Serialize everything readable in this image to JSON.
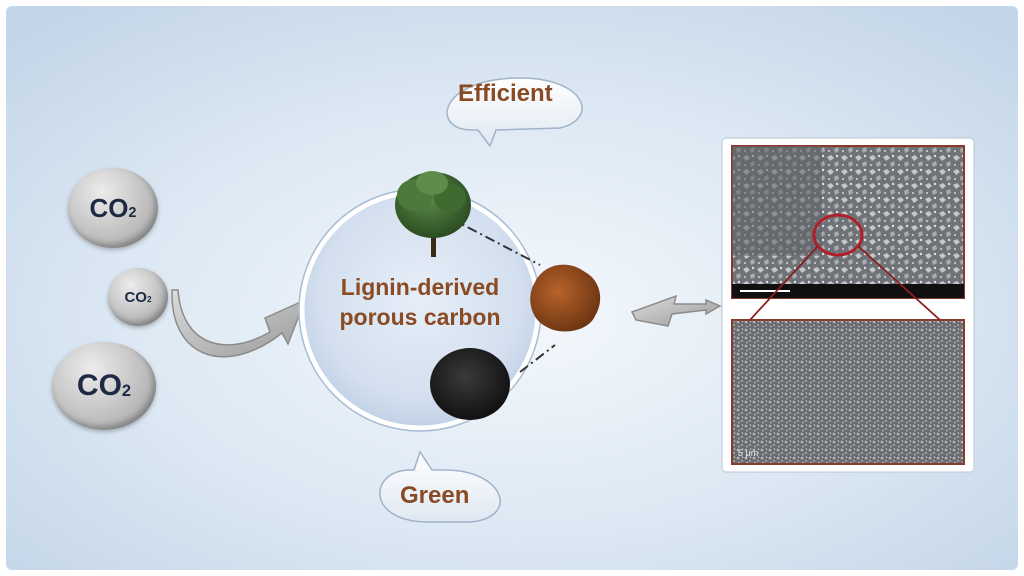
{
  "bubbles": {
    "top": "Efficient",
    "bottom": "Green"
  },
  "center": {
    "line1": "Lignin-derived",
    "line2": "porous carbon"
  },
  "co2_molecules": [
    {
      "main": "CO",
      "sub": "2"
    },
    {
      "main": "CO",
      "sub": "2"
    },
    {
      "main": "CO",
      "sub": "2"
    }
  ],
  "sem_images": {
    "scale_label": "5 μm"
  },
  "colors": {
    "text_accent": "#8a4a23",
    "co2_text": "#1e2a44",
    "zoom_lines": "#8a2020"
  }
}
